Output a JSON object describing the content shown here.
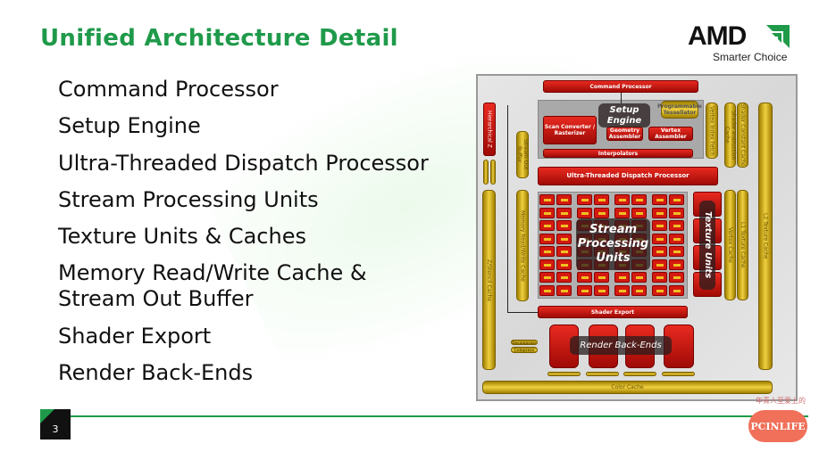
{
  "slide": {
    "title": "Unified Architecture Detail",
    "page_number": "3",
    "accent_color": "#1f9a4a",
    "bullets": [
      "Command Processor",
      "Setup Engine",
      "Ultra-Threaded Dispatch Processor",
      "Stream Processing Units",
      "Texture Units & Caches",
      "Memory Read/Write Cache &\nStream Out Buffer",
      "Shader Export",
      "Render Back-Ends"
    ]
  },
  "logo": {
    "brand": "AMD",
    "tagline": "Smarter Choice"
  },
  "diagram": {
    "command_processor": "Command Processor",
    "setup_engine": "Setup\nEngine",
    "programmable_tessellator": "Programmable\nTessellator",
    "scan_converter": "Scan Converter /\nRasterizer",
    "geometry_assembler": "Geometry\nAssembler",
    "vertex_assembler": "Vertex\nAssembler",
    "interpolators": "Interpolators",
    "dispatch": "Ultra-Threaded Dispatch Processor",
    "hierarchical_z": "Hierarchical Z",
    "stream_out_buffer": "Stream Out Buffer",
    "vertex_index_fetch": "Vertex Index Fetch",
    "shader_instruction_cache": "Shader Instruction Cache",
    "shader_constant_cache": "Shader Constant Cache",
    "l2_texture_cache": "L2 Texture Cache",
    "z_stencil_cache": "Z/Stencil Cache",
    "memory_rw_cache": "Memory Read/Write Cache",
    "stream_processing_units": "Stream\nProcessing\nUnits",
    "texture_units": "Texture Units",
    "vertex_cache": "Vertex Cache",
    "l1_texture_cache": "L1 Texture Cache",
    "shader_export": "Shader Export",
    "render_back_ends": "Render Back-Ends",
    "decompress": "Decompress",
    "compress": "Compress",
    "color_cache": "Color Cache"
  },
  "watermark": {
    "text": "PCINLIFE",
    "caption": "年青人至爱上的"
  }
}
